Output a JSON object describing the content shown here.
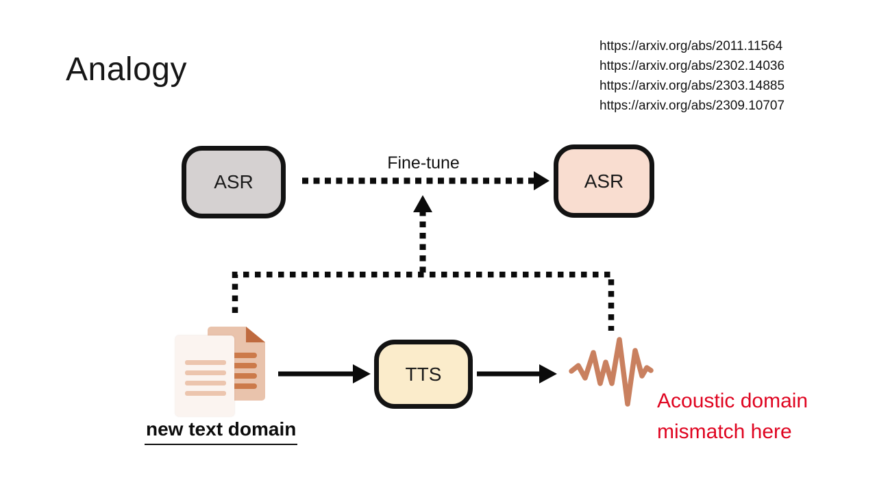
{
  "slide": {
    "title": "Analogy",
    "references": [
      "https://arxiv.org/abs/2011.11564",
      "https://arxiv.org/abs/2302.14036",
      "https://arxiv.org/abs/2303.14885",
      "https://arxiv.org/abs/2309.10707"
    ]
  },
  "diagram": {
    "asr_source": {
      "label": "ASR",
      "fill": "#d5d1d1"
    },
    "asr_target": {
      "label": "ASR",
      "fill": "#f9ddd0"
    },
    "tts": {
      "label": "TTS",
      "fill": "#fbeccb"
    },
    "finetune_label": "Fine-tune",
    "text_domain_caption": "new text domain",
    "annotation": {
      "line1": "Acoustic domain",
      "line2": "mismatch here",
      "color": "#df0420"
    },
    "colors": {
      "arrow": "#0b0b0b",
      "waveform": "#c9805f",
      "document_back": "#e9c3ac",
      "document_front": "#fbf4f0"
    }
  }
}
